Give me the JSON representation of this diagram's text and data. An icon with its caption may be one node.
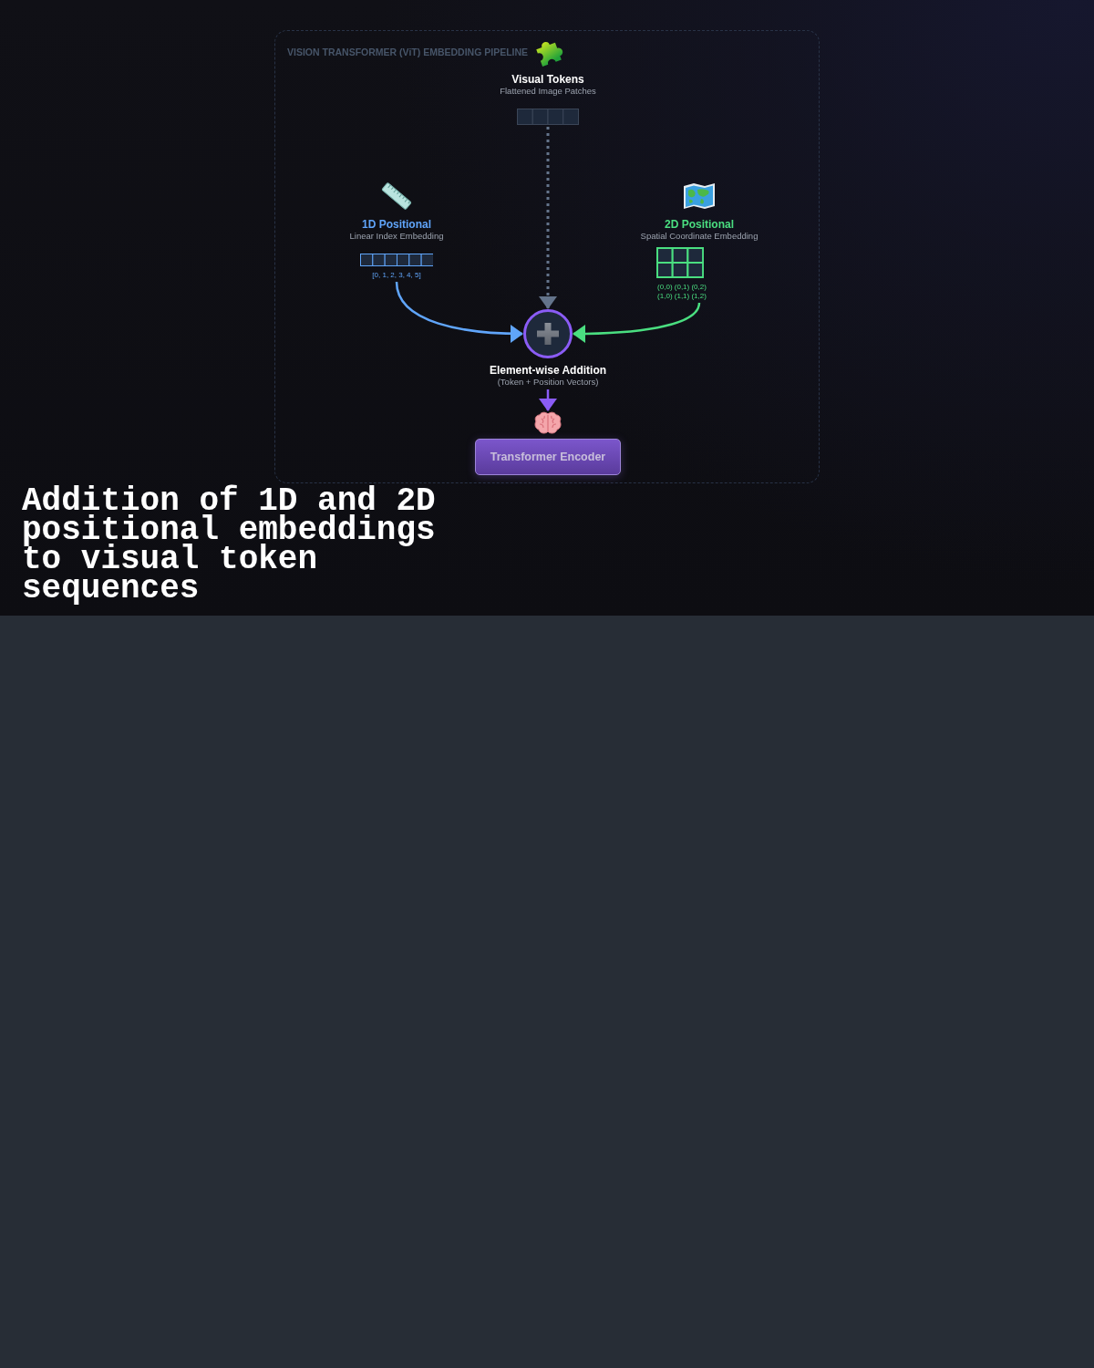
{
  "diagram": {
    "title": "Addition of 1D and 2D positional embeddings to visual token sequences",
    "nodes": [
      {
        "text": [
          "VISION TRANSFORMER (ViT) EMBEDDING PIPELINE"
        ]
      },
      {
        "text": [
          "Visual Tokens",
          "Flattened Image Patches"
        ],
        "in": 0
      },
      {
        "text": [
          "1D Positional",
          "Linear Index Embedding",
          "[0, 1, 2, 3, 4, 5]"
        ],
        "in": 0
      },
      {
        "text": [
          "2D Positional",
          "Spatial Coordinate Embedding",
          "(0,0) (0,1) (0,2) (1,0) (1,1) (1,2)"
        ],
        "in": 0
      },
      {
        "text": [
          "Element-wise Addition",
          "(Token + Position Vectors)"
        ],
        "in": 0
      },
      {
        "text": [
          "Transformer Encoder"
        ],
        "in": 0
      }
    ],
    "edges": [
      {
        "from": 1,
        "to": 4,
        "arrow": "to",
        "style": "dashed",
        "color": "#64748b"
      },
      {
        "from": 2,
        "to": 4,
        "arrow": "to",
        "color": "#60a5fa"
      },
      {
        "from": 3,
        "to": 4,
        "arrow": "to",
        "color": "#4ade80"
      },
      {
        "from": 4,
        "to": 5,
        "arrow": "to",
        "color": "#8b5cf6"
      }
    ]
  }
}
